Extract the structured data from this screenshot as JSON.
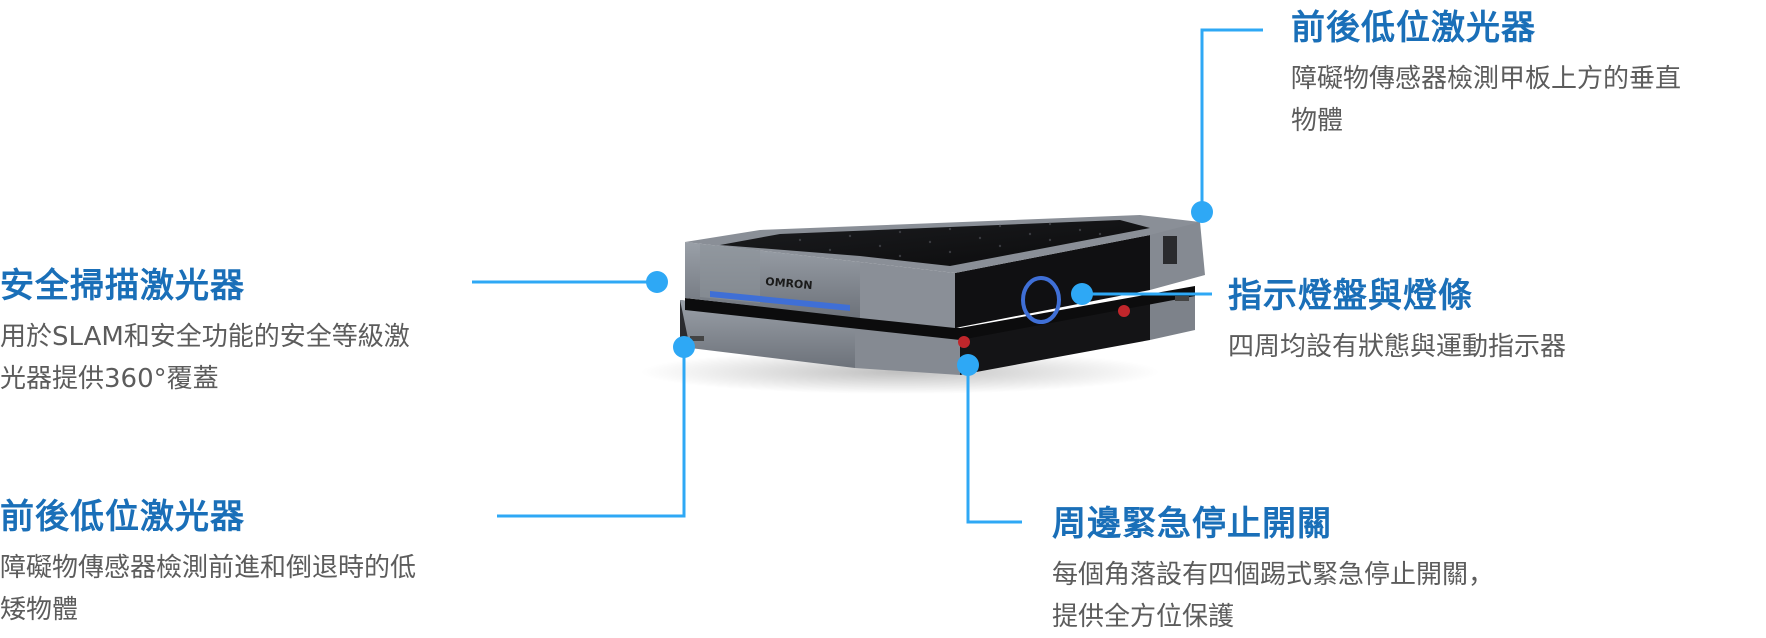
{
  "colors": {
    "title": "#1a6fb8",
    "description": "#5c5c5c",
    "connector": "#2ea8f5",
    "robot_body": "#7b8089",
    "robot_deck": "#111214",
    "robot_light": "#3f6fd6",
    "estop_button": "#c0262b"
  },
  "robot": {
    "brand": "OMRON"
  },
  "callouts": [
    {
      "id": "top-rear-low-laser",
      "title": "前後低位激光器",
      "lines": [
        "障礙物傳感器檢測甲板上方的垂直",
        "物體"
      ]
    },
    {
      "id": "safety-scanning-laser",
      "title": "安全掃描激光器",
      "lines": [
        "用於SLAM和安全功能的安全等級激",
        "光器提供360°覆蓋"
      ]
    },
    {
      "id": "indicator-lights",
      "title": "指示燈盤與燈條",
      "lines": [
        "四周均設有狀態與運動指示器"
      ]
    },
    {
      "id": "front-rear-low-laser",
      "title": "前後低位激光器",
      "lines": [
        "障礙物傳感器檢測前進和倒退時的低",
        "矮物體"
      ]
    },
    {
      "id": "emergency-stop",
      "title": "周邊緊急停止開關",
      "lines": [
        "每個角落設有四個踢式緊急停止開關，",
        "提供全方位保護"
      ]
    }
  ]
}
